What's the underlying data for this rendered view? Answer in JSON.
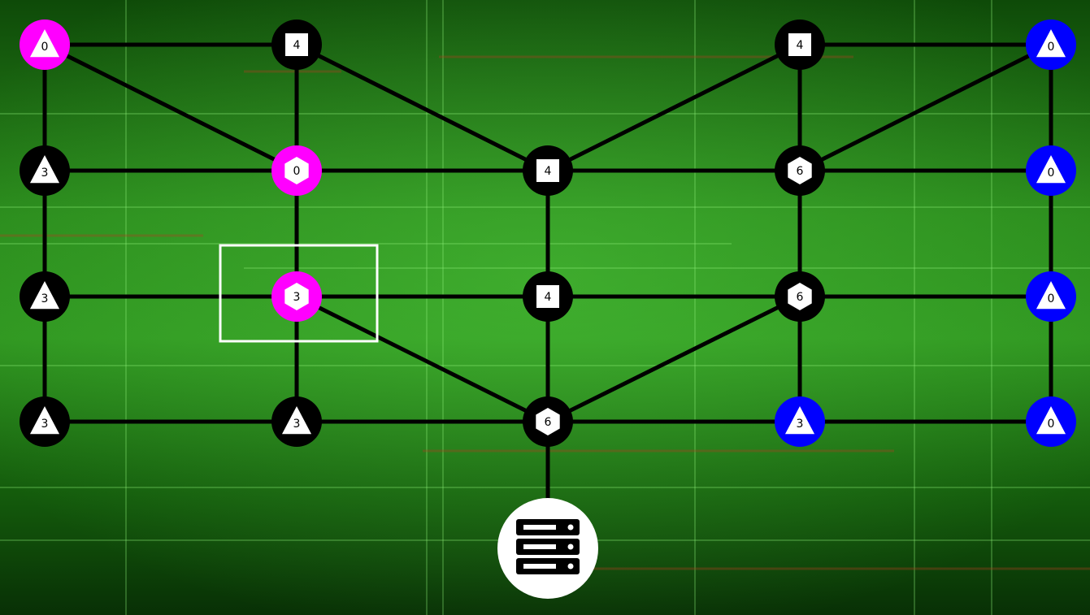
{
  "colors": {
    "background_dark": "#0b3a06",
    "background_mid": "#1f7a14",
    "background_light": "#3fb02a",
    "edge": "#000000",
    "player_magenta": "#ff00ff",
    "enemy_blue": "#0000ff",
    "neutral_black": "#000000",
    "selection": "#ffffff"
  },
  "nodes": [
    {
      "id": "r0c0",
      "owner": "magenta",
      "shape": "triangle",
      "value": "0"
    },
    {
      "id": "r0c1",
      "owner": "neutral",
      "shape": "square",
      "value": "4"
    },
    {
      "id": "r0c3",
      "owner": "neutral",
      "shape": "square",
      "value": "4"
    },
    {
      "id": "r0c4",
      "owner": "blue",
      "shape": "triangle",
      "value": "0"
    },
    {
      "id": "r1c0",
      "owner": "neutral",
      "shape": "triangle",
      "value": "3"
    },
    {
      "id": "r1c1",
      "owner": "magenta",
      "shape": "hexagon",
      "value": "0"
    },
    {
      "id": "r1c2",
      "owner": "neutral",
      "shape": "square",
      "value": "4"
    },
    {
      "id": "r1c3",
      "owner": "neutral",
      "shape": "hexagon",
      "value": "6"
    },
    {
      "id": "r1c4",
      "owner": "blue",
      "shape": "triangle",
      "value": "0"
    },
    {
      "id": "r2c0",
      "owner": "neutral",
      "shape": "triangle",
      "value": "3"
    },
    {
      "id": "r2c1",
      "owner": "magenta",
      "shape": "hexagon",
      "value": "3"
    },
    {
      "id": "r2c2",
      "owner": "neutral",
      "shape": "square",
      "value": "4"
    },
    {
      "id": "r2c3",
      "owner": "neutral",
      "shape": "hexagon",
      "value": "6"
    },
    {
      "id": "r2c4",
      "owner": "blue",
      "shape": "triangle",
      "value": "0"
    },
    {
      "id": "r3c0",
      "owner": "neutral",
      "shape": "triangle",
      "value": "3"
    },
    {
      "id": "r3c1",
      "owner": "neutral",
      "shape": "triangle",
      "value": "3"
    },
    {
      "id": "r3c2",
      "owner": "neutral",
      "shape": "hexagon",
      "value": "6"
    },
    {
      "id": "r3c3",
      "owner": "blue",
      "shape": "triangle",
      "value": "3"
    },
    {
      "id": "r3c4",
      "owner": "blue",
      "shape": "triangle",
      "value": "0"
    },
    {
      "id": "server",
      "owner": "server",
      "shape": "server-icon",
      "value": ""
    }
  ],
  "edges": [
    [
      "r0c0",
      "r0c1"
    ],
    [
      "r0c0",
      "r1c1"
    ],
    [
      "r0c0",
      "r1c0"
    ],
    [
      "r0c1",
      "r1c1"
    ],
    [
      "r0c1",
      "r1c2"
    ],
    [
      "r0c3",
      "r0c4"
    ],
    [
      "r0c3",
      "r1c2"
    ],
    [
      "r0c3",
      "r1c3"
    ],
    [
      "r0c4",
      "r1c3"
    ],
    [
      "r0c4",
      "r1c4"
    ],
    [
      "r1c0",
      "r1c1"
    ],
    [
      "r1c1",
      "r1c2"
    ],
    [
      "r1c2",
      "r1c3"
    ],
    [
      "r1c3",
      "r1c4"
    ],
    [
      "r1c0",
      "r2c0"
    ],
    [
      "r1c1",
      "r2c1"
    ],
    [
      "r1c2",
      "r2c2"
    ],
    [
      "r1c3",
      "r2c3"
    ],
    [
      "r1c4",
      "r2c4"
    ],
    [
      "r2c0",
      "r2c1"
    ],
    [
      "r2c1",
      "r2c2"
    ],
    [
      "r2c2",
      "r2c3"
    ],
    [
      "r2c3",
      "r2c4"
    ],
    [
      "r2c1",
      "r3c2"
    ],
    [
      "r2c3",
      "r3c2"
    ],
    [
      "r2c0",
      "r3c0"
    ],
    [
      "r2c1",
      "r3c1"
    ],
    [
      "r2c2",
      "r3c2"
    ],
    [
      "r2c3",
      "r3c3"
    ],
    [
      "r2c4",
      "r3c4"
    ],
    [
      "r3c0",
      "r3c1"
    ],
    [
      "r3c1",
      "r3c2"
    ],
    [
      "r3c2",
      "r3c3"
    ],
    [
      "r3c3",
      "r3c4"
    ],
    [
      "r3c2",
      "server"
    ]
  ],
  "selected_node": "r2c1"
}
